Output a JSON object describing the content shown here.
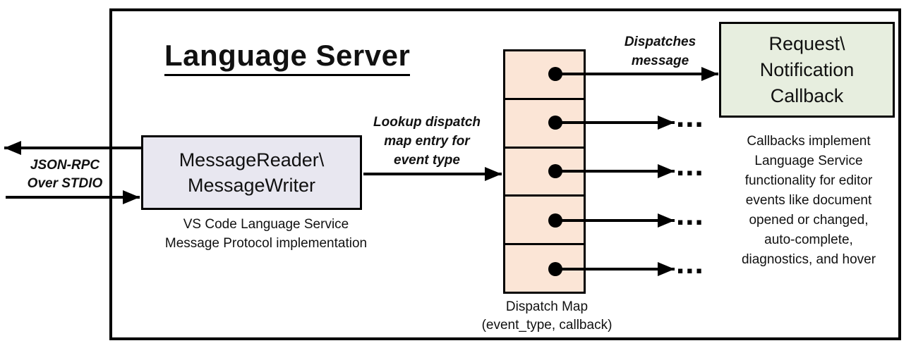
{
  "diagram": {
    "title": "Language Server",
    "io_label": {
      "line1": "JSON-RPC",
      "line2": "Over STDIO"
    },
    "reader_box": {
      "line1": "MessageReader\\",
      "line2": "MessageWriter"
    },
    "reader_caption": {
      "line1": "VS Code Language Service",
      "line2": "Message Protocol implementation"
    },
    "lookup_label": {
      "line1": "Lookup dispatch",
      "line2": "map entry for",
      "line3": "event type"
    },
    "dispatch_label": {
      "line1": "Dispatches",
      "line2": "message"
    },
    "callback_box": {
      "line1": "Request\\",
      "line2": "Notification",
      "line3": "Callback"
    },
    "map_caption": {
      "line1": "Dispatch Map",
      "line2": "(event_type, callback)"
    },
    "callbacks_note": {
      "line1": "Callbacks implement",
      "line2": "Language Service",
      "line3": "functionality for editor",
      "line4": "events like document",
      "line5": "opened or changed,",
      "line6": "auto-complete,",
      "line7": "diagnostics, and hover"
    },
    "ellipsis": "...",
    "dispatch_map": {
      "cell_count": 5
    },
    "colors": {
      "reader_box_fill": "#e8e7f0",
      "dispatch_cell_fill": "#fbe5d6",
      "callback_box_fill": "#e7eedf",
      "line_color": "#000000",
      "background": "#ffffff"
    }
  }
}
